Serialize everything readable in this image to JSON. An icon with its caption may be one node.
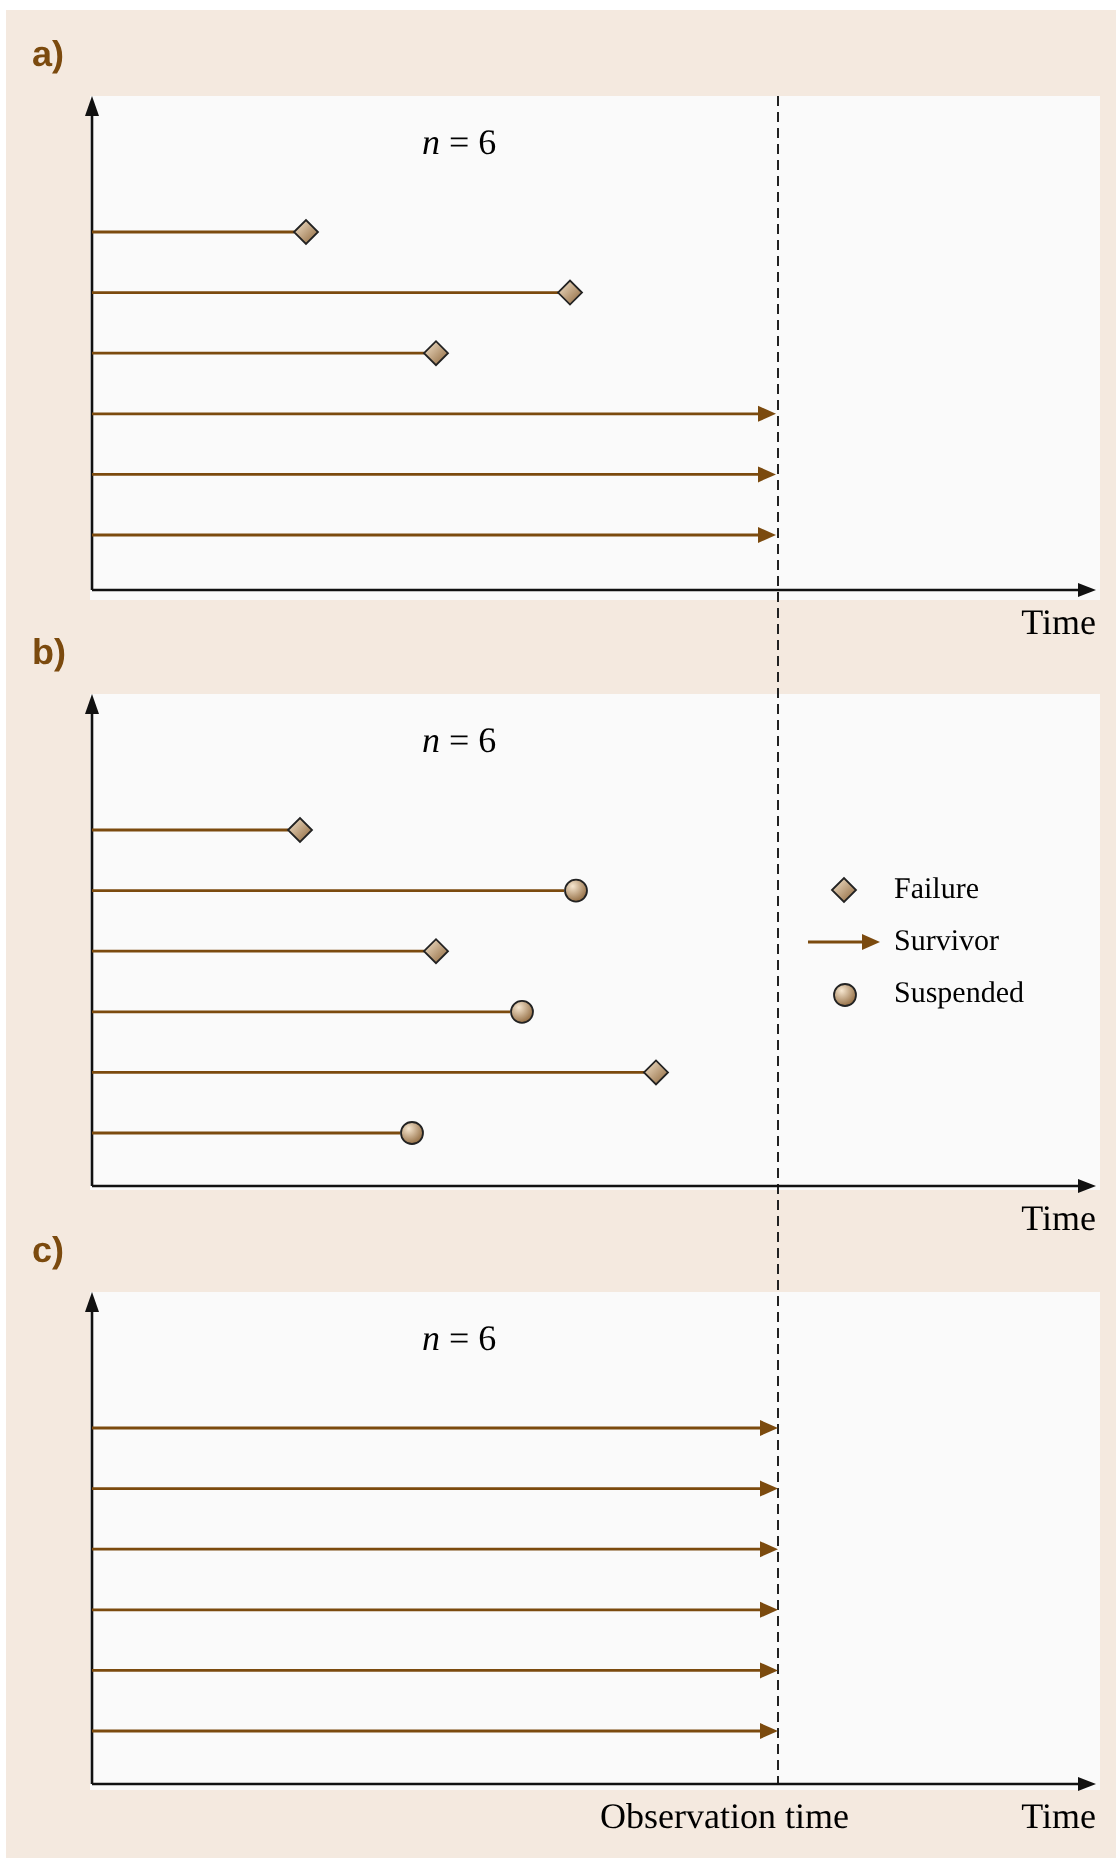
{
  "diagram": {
    "nodes": [
      {
        "text": [
          "a)",
          "*n* = 6"
        ]
      },
      {
        "text": [
          "b)",
          "*n* = 6"
        ]
      },
      {
        "text": [
          "c)",
          "*n* = 6"
        ]
      }
    ],
    "labels": [
      "Time",
      "Time",
      "Observation time",
      "Time"
    ],
    "legend": [
      {
        "text": "Failure"
      },
      {
        "text": "Survivor"
      },
      {
        "text": "Suspended"
      }
    ]
  }
}
